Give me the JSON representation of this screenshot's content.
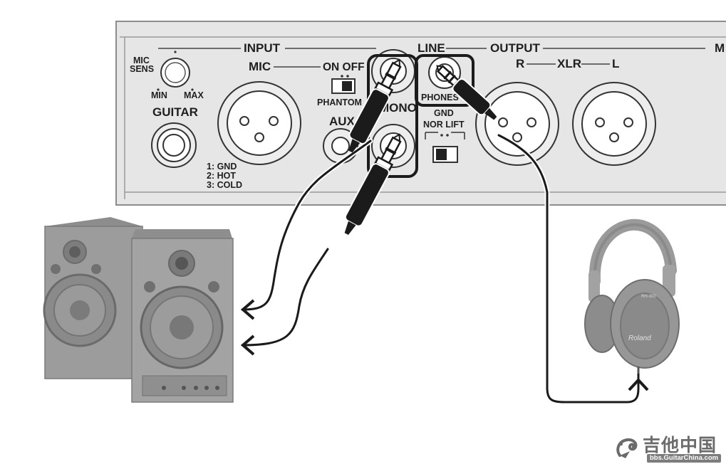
{
  "panel": {
    "input_label": "INPUT",
    "line_label": "LINE",
    "output_label": "OUTPUT",
    "edge_label": "M",
    "mic_sens_line1": "MIC",
    "mic_sens_line2": "SENS",
    "knob_min": "MIN",
    "knob_max": "MAX",
    "guitar_label": "GUITAR",
    "mic_label": "MIC",
    "on_off_label": "ON OFF",
    "phantom_label": "PHANTOM",
    "aux_label": "AUX",
    "mono_label": "MONO",
    "phones_label": "PHONES",
    "gnd_label": "GND",
    "nor_lift_label": "NOR LIFT",
    "r_label": "R",
    "xlr_label": "XLR",
    "l_label": "L",
    "pin1": "1: GND",
    "pin2": "2: HOT",
    "pin3": "3: COLD"
  },
  "devices": {
    "headphone_brand": "Roland",
    "headphone_model": "RH-300"
  },
  "watermark": {
    "cn_text": "吉他中国",
    "url_text": "bbs.GuitarChina.com",
    "color": "#6b6b6b"
  },
  "colors": {
    "panel_fill": "#e6e6e6",
    "panel_line": "#8a8a8a",
    "speaker": "#9a9a9a",
    "cable": "#1b1b1b"
  }
}
